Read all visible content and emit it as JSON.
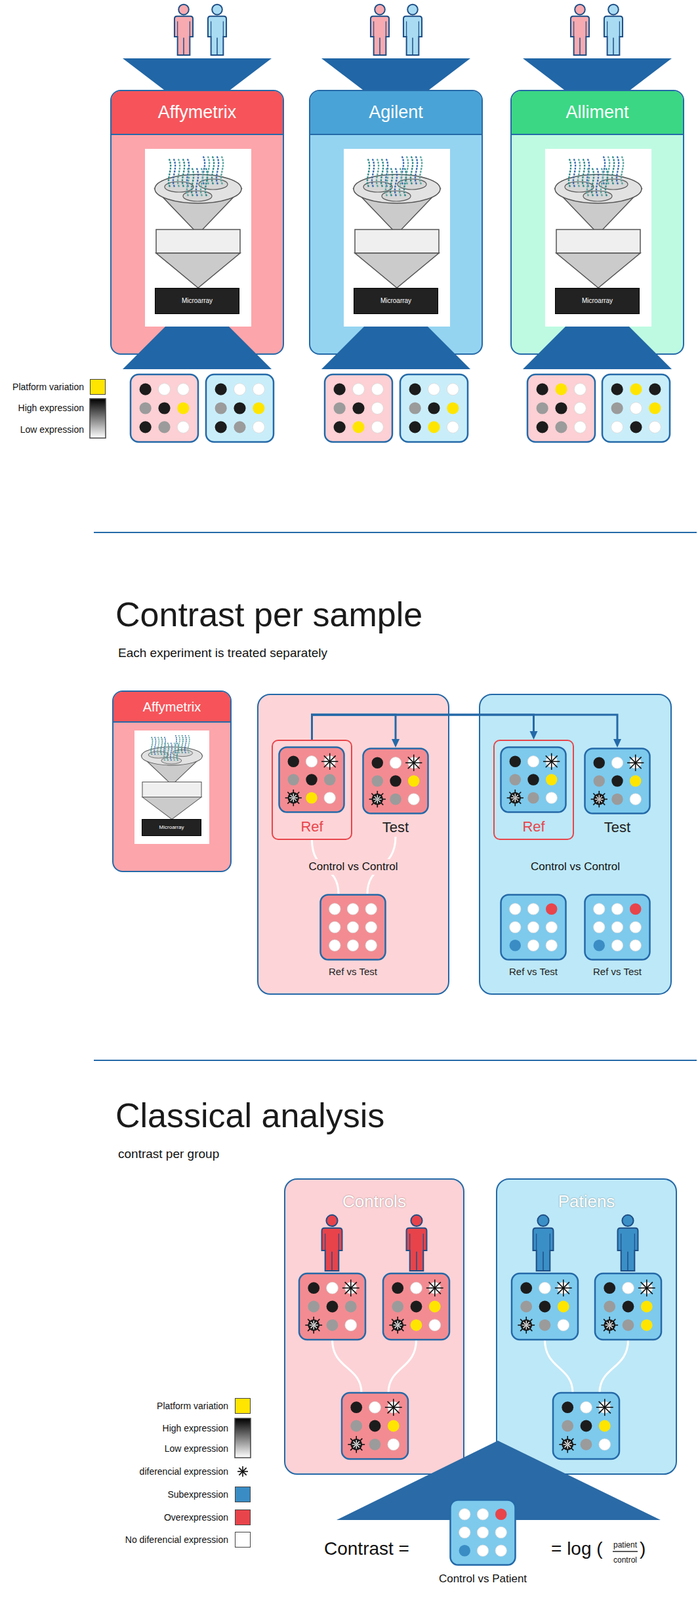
{
  "diagram": {
    "nodes": [
      {
        "text": [
          "Affymetrix"
        ]
      },
      {
        "text": [
          "Microarray"
        ],
        "in": 0
      },
      {
        "text": [
          "Agilent"
        ]
      },
      {
        "text": [
          "Microarray"
        ],
        "in": 2
      },
      {
        "text": [
          "Alliment"
        ]
      },
      {
        "text": [
          "Microarray"
        ],
        "in": 4
      },
      {
        "text": [
          "Affymetrix"
        ]
      },
      {
        "text": [
          "Microarray"
        ],
        "in": 6
      },
      {
        "text": [
          "Control vs Control"
        ]
      },
      {
        "text": [
          "Ref"
        ],
        "in": 8
      },
      {
        "text": [
          "Test"
        ],
        "in": 8
      },
      {
        "text": [
          "Ref vs Test"
        ],
        "in": 8
      },
      {
        "text": [
          "Control vs Control"
        ]
      },
      {
        "text": [
          "Ref"
        ],
        "in": 12
      },
      {
        "text": [
          "Test"
        ],
        "in": 12
      },
      {
        "text": [
          "Ref vs Test"
        ],
        "in": 12
      },
      {
        "text": [
          "Ref vs Test"
        ],
        "in": 12
      },
      {
        "text": [
          "Controls"
        ]
      },
      {
        "text": [
          "Patiens"
        ]
      },
      {
        "text": [
          "Control vs Patient"
        ]
      }
    ],
    "edges": [
      {
        "from": 9,
        "to": 10,
        "arrow": "to"
      },
      {
        "from": 9,
        "to": 13,
        "arrow": "to"
      },
      {
        "from": 9,
        "to": 14,
        "arrow": "to"
      },
      {
        "from": 9,
        "to": 11,
        "arrow": "none"
      },
      {
        "from": 10,
        "to": 11,
        "arrow": "none"
      }
    ],
    "labels": [
      "Contrast per sample",
      "Each experiment is treated separately",
      "Classical analysis",
      "contrast per group",
      "Contrast =",
      "= log (",
      "patient",
      "control",
      ")"
    ],
    "legend": [
      {
        "text": "Platform variation",
        "color": "#ffe500"
      },
      {
        "text": "High expression"
      },
      {
        "text": "Low expression"
      },
      {
        "text": "Platform variation",
        "color": "#ffe500"
      },
      {
        "text": "High expression"
      },
      {
        "text": "Low expression"
      },
      {
        "text": "diferencial expression"
      },
      {
        "text": "Subexpression",
        "color": "#3a8cc4"
      },
      {
        "text": "Overexpression",
        "color": "#e8444b"
      },
      {
        "text": "No diferencial expression",
        "color": "#ffffff"
      }
    ]
  }
}
